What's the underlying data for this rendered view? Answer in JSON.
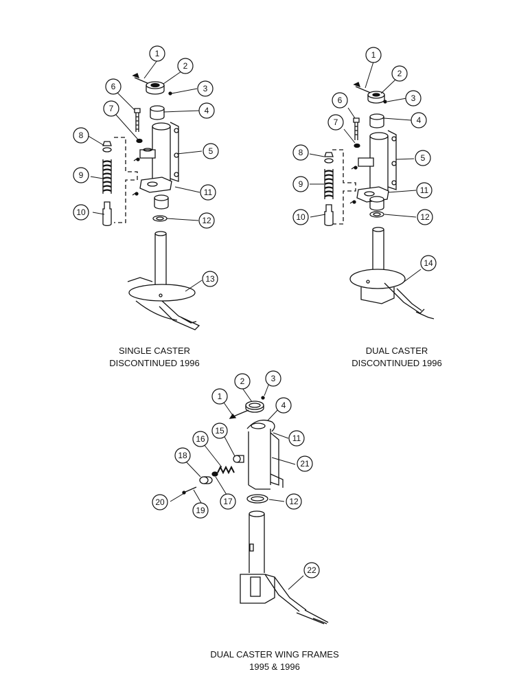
{
  "views": [
    {
      "id": "single",
      "caption_line1": "SINGLE CASTER",
      "caption_line2": "DISCONTINUED 1996",
      "callouts": [
        "1",
        "2",
        "3",
        "6",
        "4",
        "7",
        "8",
        "5",
        "9",
        "11",
        "10",
        "12",
        "13"
      ]
    },
    {
      "id": "dual",
      "caption_line1": "DUAL CASTER",
      "caption_line2": "DISCONTINUED 1996",
      "callouts": [
        "1",
        "2",
        "3",
        "6",
        "4",
        "7",
        "8",
        "5",
        "9",
        "11",
        "10",
        "12",
        "14"
      ]
    },
    {
      "id": "wing",
      "caption_line1": "DUAL CASTER WING FRAMES",
      "caption_line2": "1995  &  1996",
      "callouts": [
        "2",
        "3",
        "1",
        "4",
        "15",
        "16",
        "11",
        "18",
        "21",
        "20",
        "17",
        "19",
        "12",
        "22"
      ]
    }
  ]
}
